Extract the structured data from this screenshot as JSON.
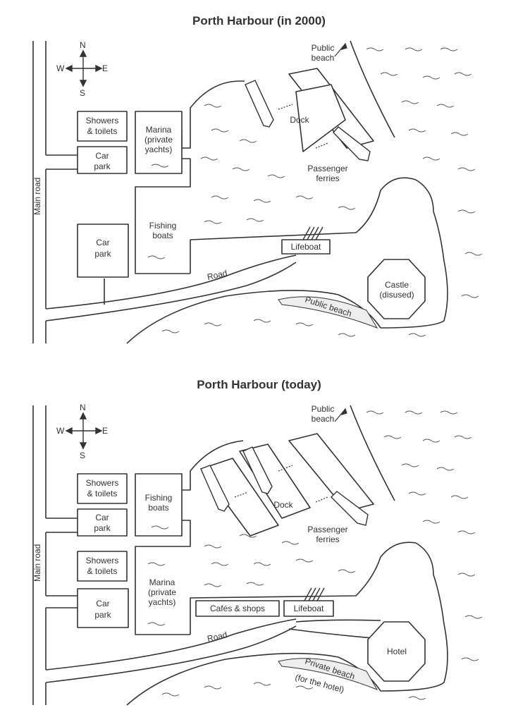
{
  "map_2000": {
    "title": "Porth Harbour (in 2000)",
    "compass": {
      "n": "N",
      "s": "S",
      "e": "E",
      "w": "W"
    },
    "main_road": "Main road",
    "showers": [
      "Showers",
      "& toilets"
    ],
    "car_park_top": [
      "Car",
      "park"
    ],
    "car_park_bottom": [
      "Car",
      "park"
    ],
    "marina": [
      "Marina",
      "(private",
      "yachts)"
    ],
    "fishing_boats": [
      "Fishing",
      "boats"
    ],
    "dock": "Dock",
    "passenger_ferries": [
      "Passenger",
      "ferries"
    ],
    "public_beach_top": [
      "Public",
      "beach"
    ],
    "lifeboat": "Lifeboat",
    "road": "Road",
    "castle": [
      "Castle",
      "(disused)"
    ],
    "public_beach_bottom": "Public beach"
  },
  "map_today": {
    "title": "Porth Harbour (today)",
    "compass": {
      "n": "N",
      "s": "S",
      "e": "E",
      "w": "W"
    },
    "main_road": "Main road",
    "showers_top": [
      "Showers",
      "& toilets"
    ],
    "car_park_top": [
      "Car",
      "park"
    ],
    "showers_bottom": [
      "Showers",
      "& toilets"
    ],
    "car_park_bottom": [
      "Car",
      "park"
    ],
    "fishing_boats": [
      "Fishing",
      "boats"
    ],
    "marina": [
      "Marina",
      "(private",
      "yachts)"
    ],
    "dock": "Dock",
    "passenger_ferries": [
      "Passenger",
      "ferries"
    ],
    "public_beach_top": [
      "Public",
      "beach"
    ],
    "cafes_shops": "Cafés & shops",
    "lifeboat": "Lifeboat",
    "road": "Road",
    "hotel": "Hotel",
    "private_beach": "Private beach",
    "private_beach_note": "(for the hotel)"
  }
}
